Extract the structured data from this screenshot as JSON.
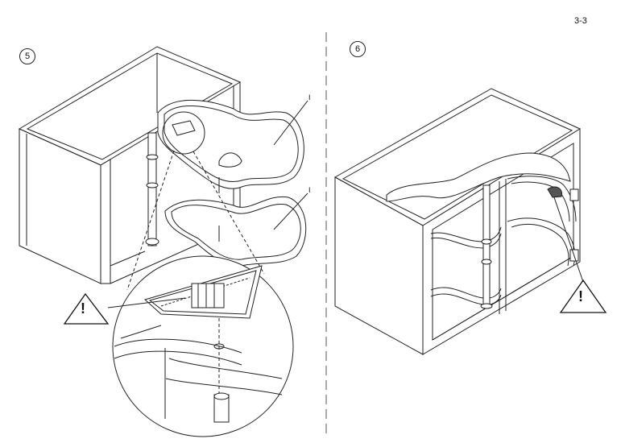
{
  "page": {
    "number": "3-3"
  },
  "steps": [
    {
      "number": "5"
    },
    {
      "number": "6"
    }
  ],
  "warning": {
    "symbol": "!"
  },
  "callouts": {
    "shelf_marker": "I"
  }
}
